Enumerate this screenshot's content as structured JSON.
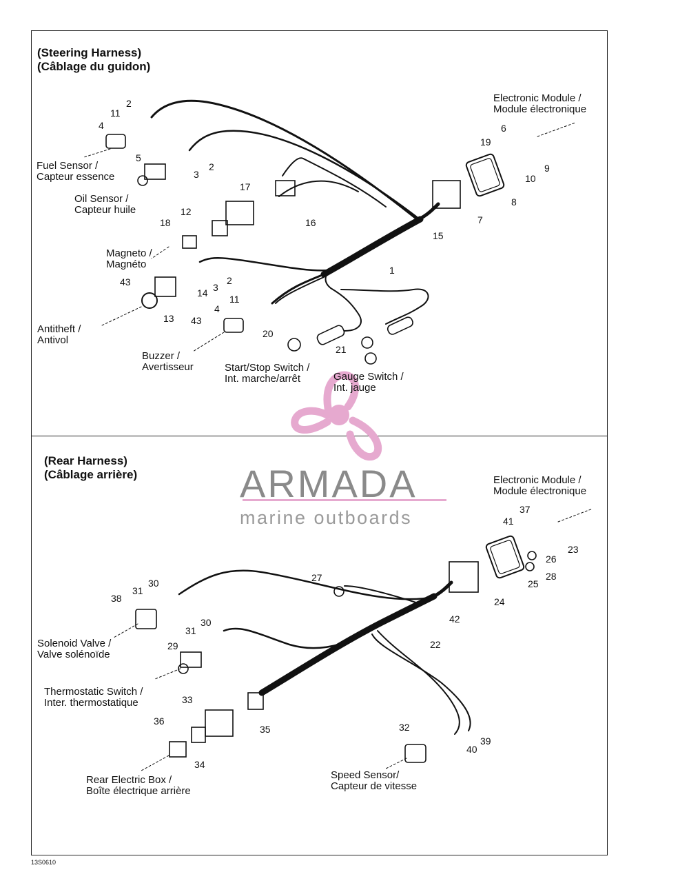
{
  "steering": {
    "title_en": "(Steering Harness)",
    "title_fr": "(Câblage du guidon)",
    "labels": {
      "electronic_module": [
        "Electronic Module /",
        "Module électronique"
      ],
      "fuel_sensor": [
        "Fuel Sensor /",
        "Capteur essence"
      ],
      "oil_sensor": [
        "Oil Sensor /",
        "Capteur huile"
      ],
      "magneto": [
        "Magneto /",
        "Magnéto"
      ],
      "antitheft": [
        "Antitheft /",
        "Antivol"
      ],
      "buzzer": [
        "Buzzer /",
        "Avertisseur"
      ],
      "start_stop": [
        "Start/Stop Switch /",
        "Int. marche/arrêt"
      ],
      "gauge_switch": [
        "Gauge Switch /",
        "Int. jauge"
      ]
    },
    "numbers": [
      "1",
      "2",
      "2",
      "2",
      "3",
      "3",
      "4",
      "4",
      "5",
      "6",
      "7",
      "8",
      "9",
      "10",
      "11",
      "11",
      "12",
      "13",
      "14",
      "15",
      "16",
      "17",
      "18",
      "19",
      "20",
      "21",
      "43",
      "43"
    ]
  },
  "rear": {
    "title_en": "(Rear Harness)",
    "title_fr": "(Câblage arrière)",
    "labels": {
      "electronic_module": [
        "Electronic Module /",
        "Module électronique"
      ],
      "solenoid_valve": [
        "Solenoid Valve /",
        "Valve solénoïde"
      ],
      "thermostatic_switch": [
        "Thermostatic Switch /",
        "Inter. thermostatique"
      ],
      "rear_electric_box": [
        "Rear Electric Box /",
        "Boîte électrique arrière"
      ],
      "speed_sensor": [
        "Speed Sensor/",
        "Capteur de vitesse"
      ]
    },
    "numbers": [
      "22",
      "23",
      "24",
      "25",
      "26",
      "27",
      "28",
      "29",
      "30",
      "30",
      "31",
      "31",
      "32",
      "33",
      "34",
      "35",
      "36",
      "37",
      "38",
      "39",
      "40",
      "41",
      "42"
    ]
  },
  "watermark": {
    "brand": "ARMADA",
    "tagline": "marine outboards",
    "icon": "propeller-icon",
    "color": "#e6a9cf"
  },
  "figure_code": "13S0610"
}
